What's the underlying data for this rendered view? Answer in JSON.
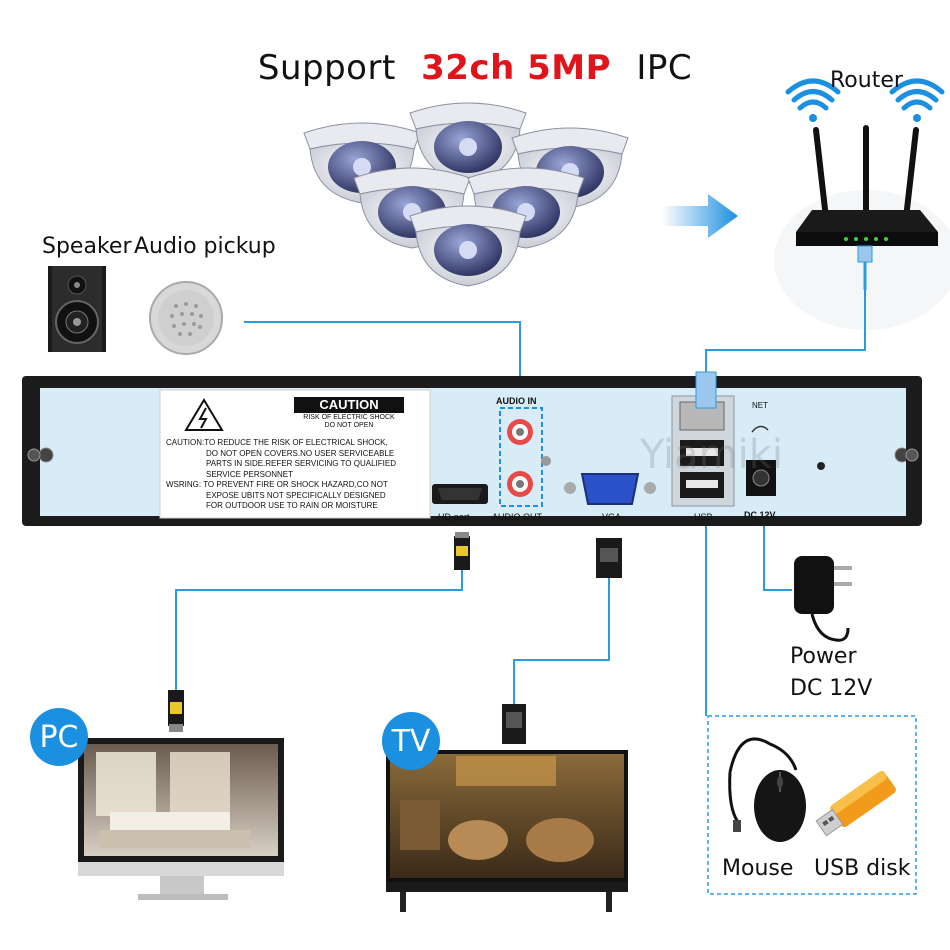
{
  "title": {
    "prefix": "Support",
    "highlight": "32ch 5MP",
    "suffix": "IPC"
  },
  "labels": {
    "router": "Router",
    "speaker": "Speaker",
    "audio_pickup": "Audio pickup",
    "power_line1": "Power",
    "power_line2": "DC 12V",
    "mouse": "Mouse",
    "usb_disk": "USB disk",
    "pc": "PC",
    "tv": "TV"
  },
  "panel": {
    "caution_title": "CAUTION",
    "caution_sub1": "RISK OF ELECTRIC SHOCK",
    "caution_sub2": "DO NOT OPEN",
    "caution_lines": [
      "CAUTION:TO REDUCE THE RISK OF ELECTRICAL SHOCK,",
      "DO NOT OPEN COVERS.NO USER SERVICEABLE",
      "PARTS IN SIDE.REFER SERVICING TO QUALIFIED",
      "SERVICE PERSONNET",
      "WSRING: TO PREVENT FIRE OR SHOCK HAZARD,CO NOT",
      "EXPOSE UBITS NOT SPECIFICALLY DESIGNED",
      "FOR OUTDOOR USE TO RAIN OR MOISTURE"
    ],
    "port_labels": {
      "audio_in": "AUDIO IN",
      "hd_port": "HD-port",
      "audio_out": "AUDIO OUT",
      "vga": "VGA",
      "usb": "USB",
      "dc12v": "DC 12V",
      "net": "NET"
    },
    "watermark": "Yiamiki"
  },
  "colors": {
    "accent_red": "#e0141b",
    "badge_blue": "#1b8fe0",
    "cable_blue": "#2b9be0",
    "panel_fill": "#d7ecf7",
    "chassis": "#1c1c1c"
  }
}
